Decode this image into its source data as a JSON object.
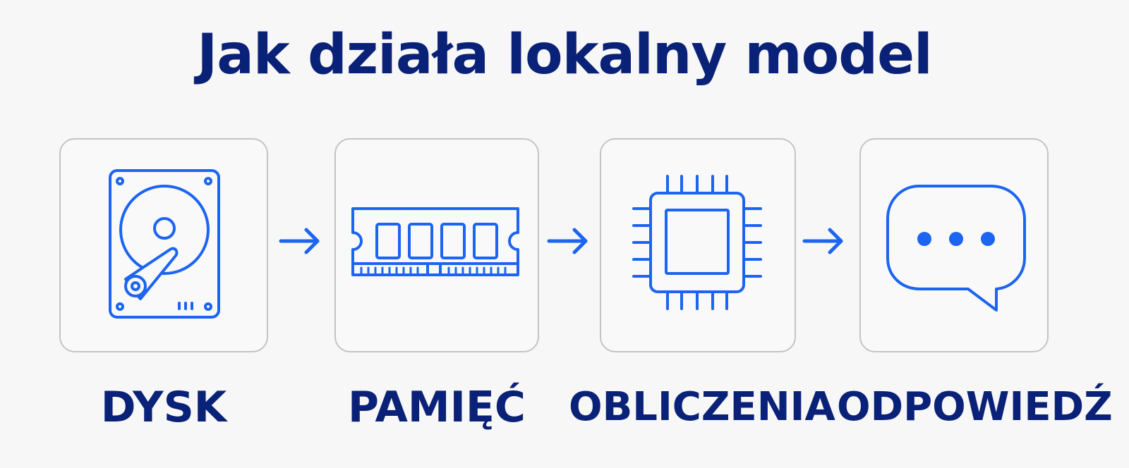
{
  "title": "Jak działa lokalny model",
  "accent_color": "#1c64f2",
  "title_color": "#0a2178",
  "steps": [
    {
      "label": "DYSK",
      "icon": "hard-drive-icon"
    },
    {
      "label": "PAMIĘĆ",
      "icon": "ram-module-icon"
    },
    {
      "label": "OBLICZENIA",
      "icon": "cpu-chip-icon"
    },
    {
      "label": "ODPOWIEDŹ",
      "icon": "chat-bubble-icon"
    }
  ],
  "connector_icon": "arrow-right-icon"
}
